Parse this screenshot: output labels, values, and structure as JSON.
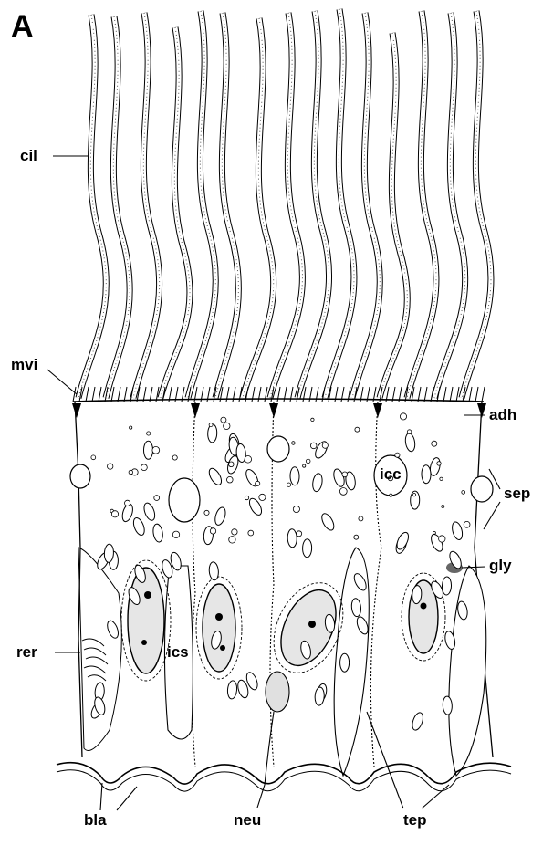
{
  "figure": {
    "panel_letter": "A",
    "labels": {
      "cil": "cil",
      "mvi": "mvi",
      "adh": "adh",
      "icc": "icc",
      "sep": "sep",
      "gly": "gly",
      "rer": "rer",
      "ics": "ics",
      "bla": "bla",
      "neu": "neu",
      "tep": "tep"
    }
  },
  "colors": {
    "ink": "#000000",
    "background": "#ffffff",
    "shade": "#333333"
  }
}
